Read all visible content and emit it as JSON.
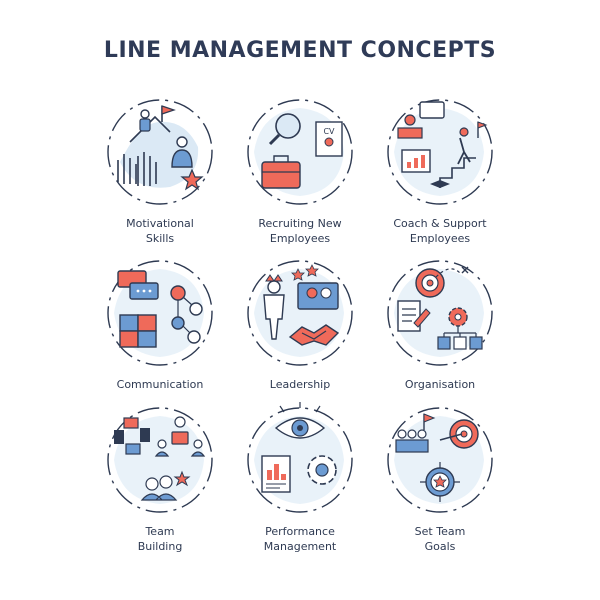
{
  "title": "LINE MANAGEMENT CONCEPTS",
  "colors": {
    "outline": "#2e3a52",
    "accent_red": "#ef6a5a",
    "light_blue": "#dbe9f5",
    "mid_blue": "#6c9bd2"
  },
  "concepts": [
    {
      "id": "motivational-skills",
      "lines": [
        "Motivational",
        "Skills"
      ],
      "icon": "mountain-flag-highfive-icon"
    },
    {
      "id": "recruiting-new-employees",
      "lines": [
        "Recruiting New",
        "Employees"
      ],
      "icon": "magnifier-cv-briefcase-icon"
    },
    {
      "id": "coach-support-employees",
      "lines": [
        "Coach & Support",
        "Employees"
      ],
      "icon": "mentor-stairs-icon"
    },
    {
      "id": "communication",
      "lines": [
        "Communication"
      ],
      "icon": "chat-network-puzzle-icon"
    },
    {
      "id": "leadership",
      "lines": [
        "Leadership"
      ],
      "icon": "leader-handshake-icon"
    },
    {
      "id": "organisation",
      "lines": [
        "Organisation"
      ],
      "icon": "target-gear-flowchart-icon"
    },
    {
      "id": "team-building",
      "lines": [
        "Team",
        "Building"
      ],
      "icon": "hands-team-icon"
    },
    {
      "id": "performance-management",
      "lines": [
        "Performance",
        "Management"
      ],
      "icon": "eye-chart-gear-icon"
    },
    {
      "id": "set-team-goals",
      "lines": [
        "Set Team",
        "Goals"
      ],
      "icon": "team-target-star-icon"
    }
  ]
}
